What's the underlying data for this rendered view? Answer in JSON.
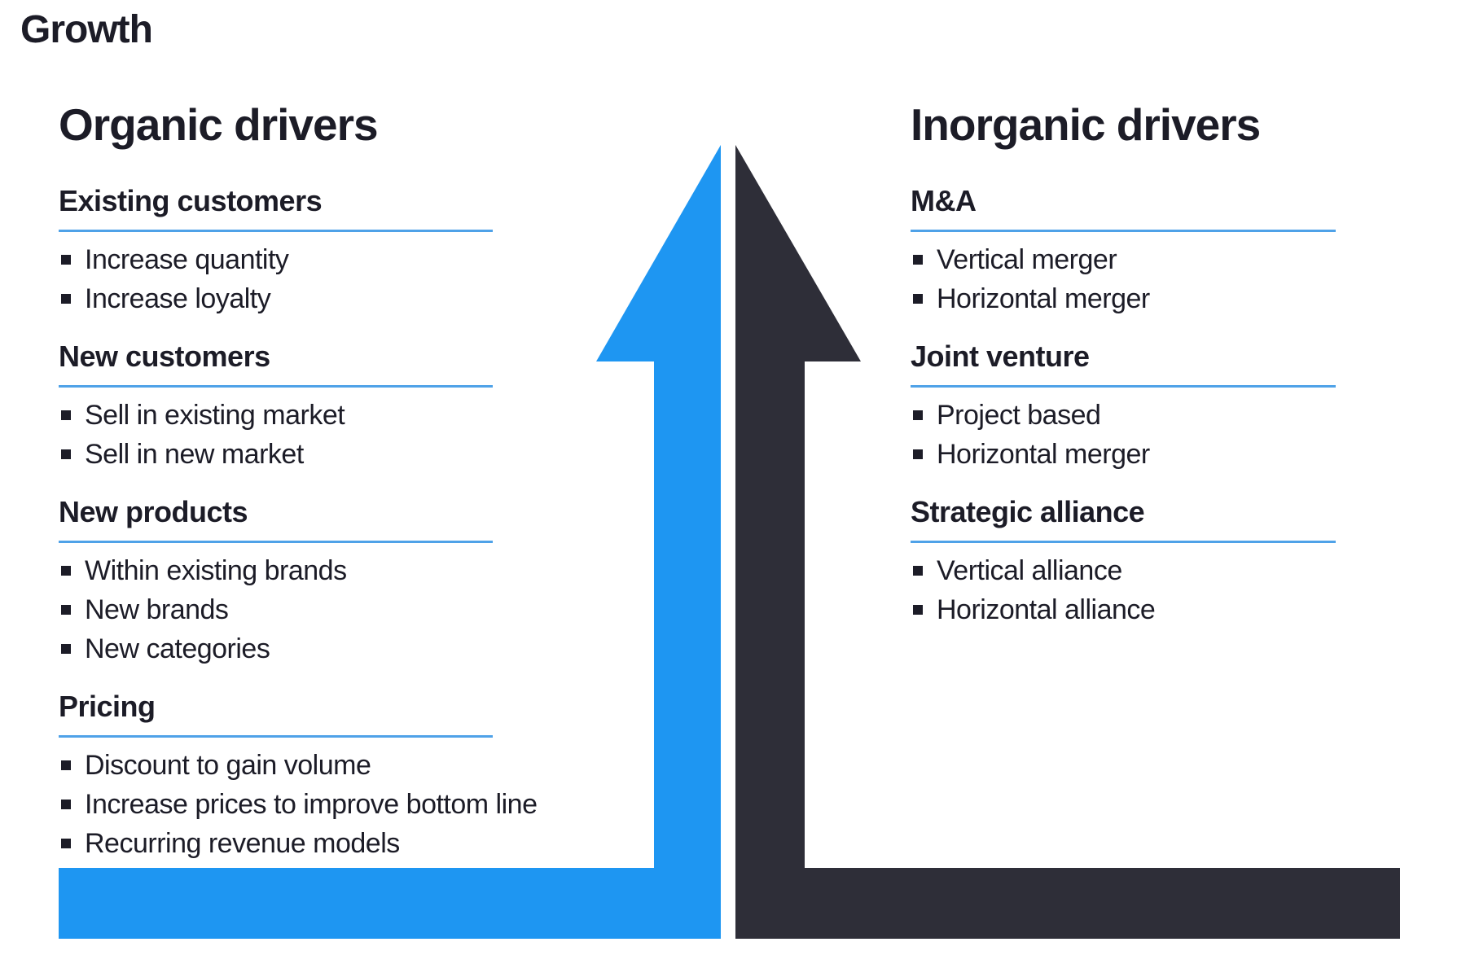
{
  "title": "Growth",
  "colors": {
    "arrow_blue": "#1E96F2",
    "arrow_dark": "#2E2E38",
    "underline_blue": "#4FA2E8",
    "text_dark": "#1C1C27"
  },
  "columns": [
    {
      "heading": "Organic drivers",
      "sections": [
        {
          "title": "Existing customers",
          "items": [
            "Increase quantity",
            "Increase loyalty"
          ]
        },
        {
          "title": "New customers",
          "items": [
            "Sell in existing market",
            "Sell in new market"
          ]
        },
        {
          "title": "New products",
          "items": [
            "Within existing brands",
            "New brands",
            "New categories"
          ]
        },
        {
          "title": "Pricing",
          "items": [
            "Discount to gain volume",
            "Increase prices to improve bottom line",
            "Recurring revenue models"
          ]
        }
      ]
    },
    {
      "heading": "Inorganic drivers",
      "sections": [
        {
          "title": "M&A",
          "items": [
            "Vertical merger",
            "Horizontal merger"
          ]
        },
        {
          "title": "Joint venture",
          "items": [
            "Project based",
            "Horizontal merger"
          ]
        },
        {
          "title": "Strategic alliance",
          "items": [
            "Vertical alliance",
            "Horizontal alliance"
          ]
        }
      ]
    }
  ]
}
